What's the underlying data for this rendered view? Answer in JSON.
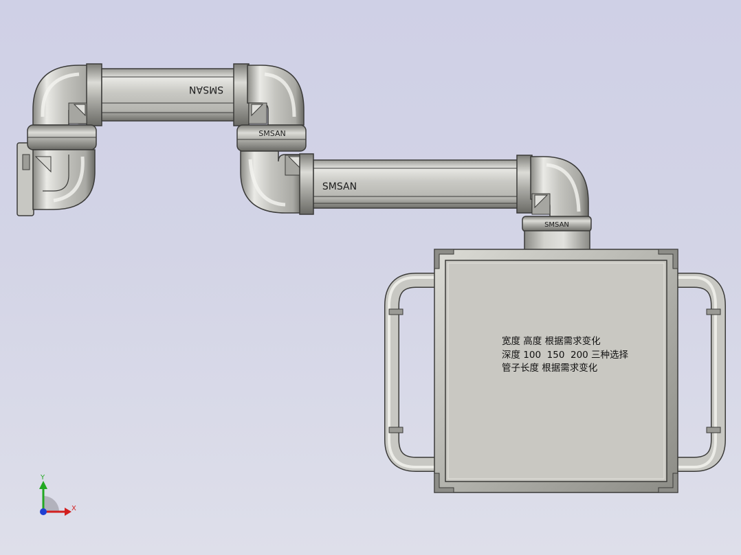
{
  "labels": {
    "brand_upper_pipe": "SMSAN",
    "brand_upper_joint": "SMSAN",
    "brand_lower_pipe": "SMSAN",
    "brand_cabinet_joint": "SMSAN"
  },
  "cabinet_note": {
    "line1": "宽度 高度 根据需求变化",
    "line2": "深度 100  150  200 三种选择",
    "line3": "管子长度 根据需求变化"
  },
  "triad": {
    "y_label": "Y",
    "x_label": "X",
    "colors": {
      "x": "#d21f1f",
      "y": "#22a822",
      "z": "#1f3fd2"
    }
  },
  "colors": {
    "background_top": "#cfd0e6",
    "background_bottom": "#dedfea",
    "metal_light": "#e6e6e2",
    "metal_mid": "#b9b9b4",
    "metal_dark": "#6f6f6a",
    "cabinet_face": "#c9c8c2"
  }
}
